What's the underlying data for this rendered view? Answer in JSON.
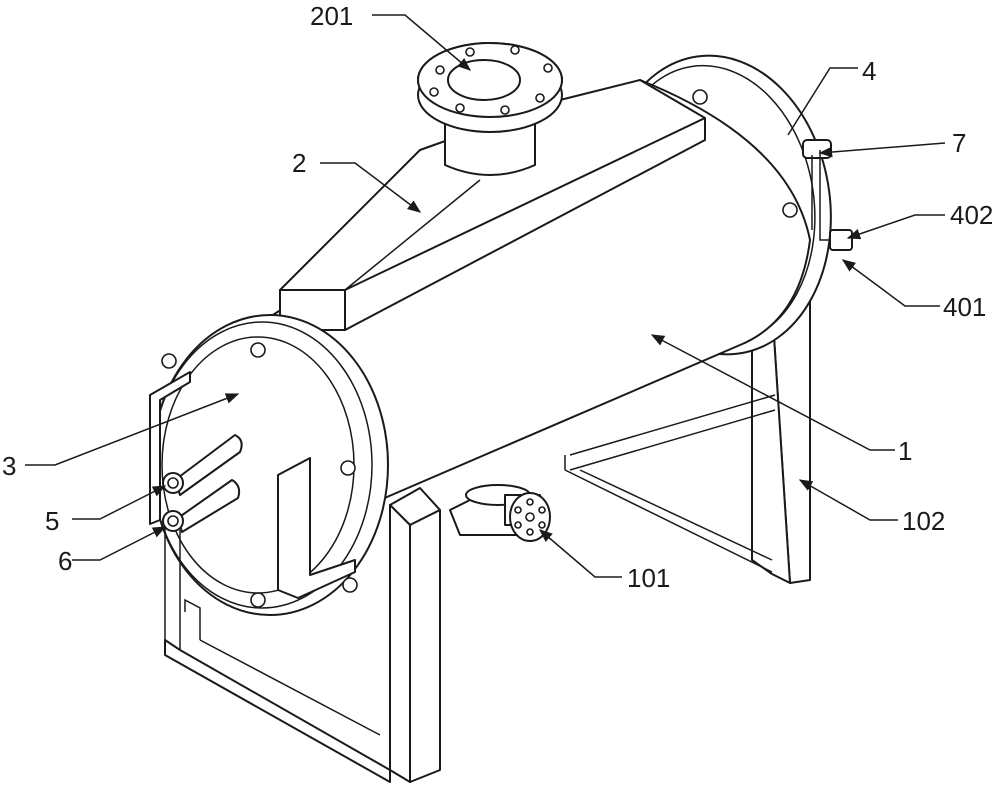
{
  "labels": {
    "l201": "201",
    "l2": "2",
    "l4": "4",
    "l7": "7",
    "l402": "402",
    "l401": "401",
    "l3": "3",
    "l5": "5",
    "l6": "6",
    "l1": "1",
    "l102": "102",
    "l101": "101"
  }
}
